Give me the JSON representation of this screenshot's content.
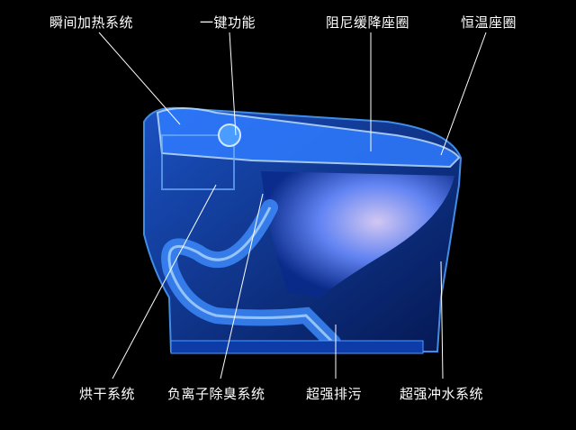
{
  "labels_top": [
    {
      "id": "instant-heating",
      "text": "瞬间加热系统"
    },
    {
      "id": "one-touch",
      "text": "一键功能"
    },
    {
      "id": "soft-close-seat",
      "text": "阻尼缓降座圈"
    },
    {
      "id": "heated-seat",
      "text": "恒温座圈"
    }
  ],
  "labels_bottom": [
    {
      "id": "drying",
      "text": "烘干系统"
    },
    {
      "id": "ion-deodorize",
      "text": "负离子除臭系统"
    },
    {
      "id": "strong-drain",
      "text": "超强排污"
    },
    {
      "id": "strong-flush",
      "text": "超强冲水系统"
    }
  ],
  "colors": {
    "background": "#000000",
    "glow": "#2a7bff",
    "highlight": "#9fd0ff",
    "label": "#ffffff"
  }
}
